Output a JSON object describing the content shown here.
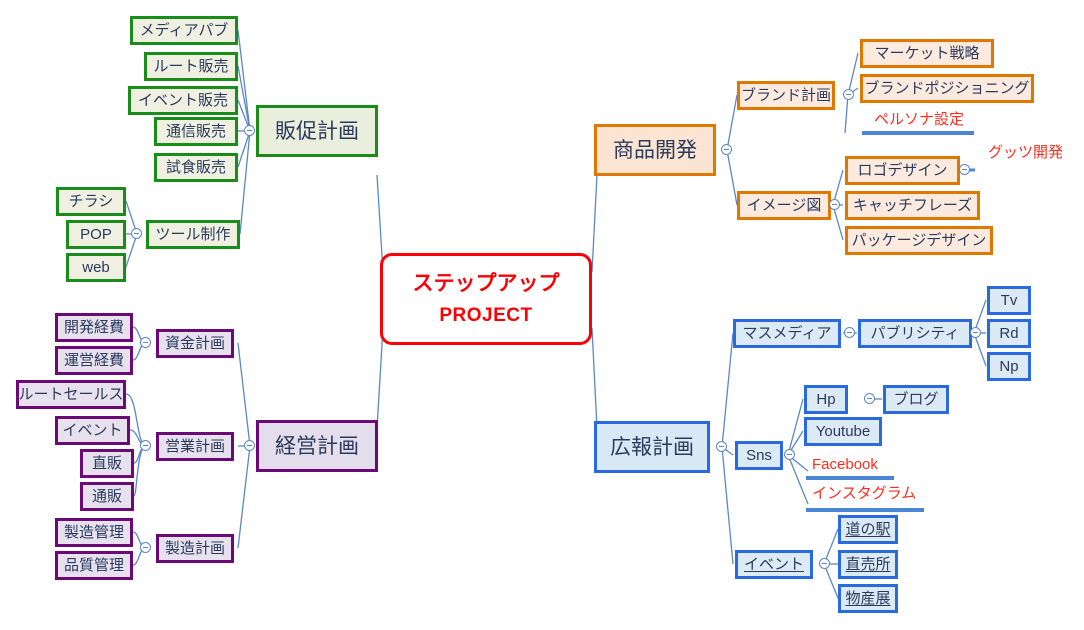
{
  "diagram": {
    "title_lines": [
      "ステップアップ",
      "PROJECT"
    ],
    "colors": {
      "root_accent": "#fb0007",
      "green": "#1a8c1a",
      "purple": "#6b0a77",
      "orange": "#e07800",
      "blue": "#2a6ae0",
      "link": "#5b87c7",
      "red_text": "#ff2d20"
    }
  },
  "branches": {
    "sales_promotion": {
      "main": "販促計画",
      "leaves": [
        "メディアパブ",
        "ルート販売",
        "イベント販売",
        "通信販売",
        "試食販売"
      ],
      "tools_node": "ツール制作",
      "tools_leaves": [
        "チラシ",
        "POP",
        "web"
      ]
    },
    "management": {
      "main": "経営計画",
      "funding_node": "資金計画",
      "funding_leaves": [
        "開発経費",
        "運営経費"
      ],
      "sales_node": "営業計画",
      "sales_leaves": [
        "ルートセールス",
        "イベント",
        "直販",
        "通販"
      ],
      "manufacturing_node": "製造計画",
      "manufacturing_leaves": [
        "製造管理",
        "品質管理"
      ]
    },
    "product_development": {
      "main": "商品開発",
      "brand_node": "ブランド計画",
      "brand_leaves": [
        "マーケット戦略",
        "ブランドポジショニング"
      ],
      "brand_bare": "ペルソナ設定",
      "image_node": "イメージ図",
      "image_leaves": [
        "ロゴデザイン",
        "キャッチフレーズ",
        "パッケージデザイン"
      ],
      "logo_bare": "グッツ開発"
    },
    "pr_plan": {
      "main": "広報計画",
      "mass_media_node": "マスメディア",
      "publicity_node": "パブリシティ",
      "publicity_leaves": [
        "Tv",
        "Rd",
        "Np"
      ],
      "sns_node": "Sns",
      "sns_hp": "Hp",
      "sns_blog": "ブログ",
      "sns_youtube": "Youtube",
      "sns_bare": [
        "Facebook",
        "インスタグラム"
      ],
      "event_node": "イベント",
      "event_leaves": [
        "道の駅",
        "直売所",
        "物産展"
      ]
    }
  }
}
